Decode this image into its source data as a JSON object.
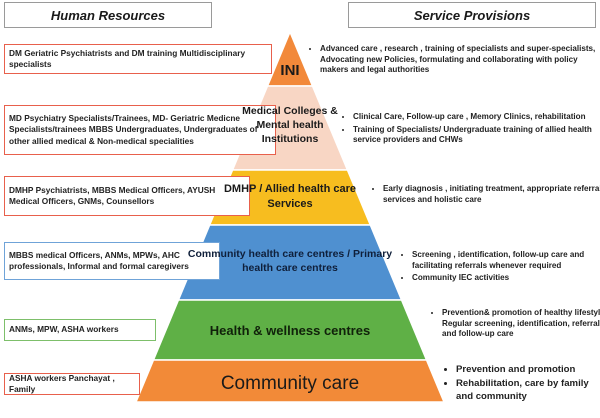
{
  "headers": {
    "human_resources": "Human Resources",
    "service_provisions": "Service Provisions"
  },
  "tiers": [
    {
      "name": "INI",
      "color": "#f2893a",
      "border": "#e8604c",
      "human_resources": "DM Geriatric Psychiatrists and DM training Multidisciplinary specialists",
      "services": [
        "Advanced care , research , training of specialists and super-specialists, Advocating new Policies, formulating and collaborating with policy makers and legal authorities"
      ]
    },
    {
      "name": "Medical Colleges & Mental health Institutions",
      "color": "#f8d6c4",
      "border": "#e8604c",
      "human_resources": "MD Psychiatry Specialists/Trainees, MD- Geriatric Medicne Specialists/trainees MBBS Undergraduates, Undergraduates of other allied medical & Non-medical specialities",
      "services": [
        "Clinical Care, Follow-up care , Memory Clinics, rehabilitation",
        "Training of Specialists/ Undergraduate training of allied health service providers and CHWs"
      ]
    },
    {
      "name": "DMHP / Allied health care Services",
      "color": "#f7bd1f",
      "border": "#e8604c",
      "human_resources": "DMHP Psychiatrists, MBBS Medical Officers, AYUSH Medical Officers, GNMs, Counsellors",
      "services": [
        "Early diagnosis , initiating treatment, appropriate referral services and holistic care"
      ]
    },
    {
      "name": "Community health care centres / Primary health care centres",
      "color": "#4f90d0",
      "border": "#6fa3d8",
      "human_resources": "MBBS medical Officers, ANMs, MPWs, AHC professionals, Informal and formal caregivers",
      "services": [
        "Screening , identification, follow-up care and facilitating referrals whenever required",
        "Community IEC activities"
      ]
    },
    {
      "name": "Health & wellness centres",
      "color": "#5fb046",
      "border": "#7dbf6a",
      "human_resources": "ANMs, MPW, ASHA workers",
      "services": [
        "Prevention& promotion of healthy lifestyle, Regular screening, identification, referral and follow-up care"
      ]
    },
    {
      "name": "Community care",
      "color": "#f28a38",
      "border": "#e8604c",
      "human_resources": "ASHA workers Panchayat , Family",
      "services": [
        "Prevention and promotion",
        "Rehabilitation, care by family and community"
      ]
    }
  ]
}
